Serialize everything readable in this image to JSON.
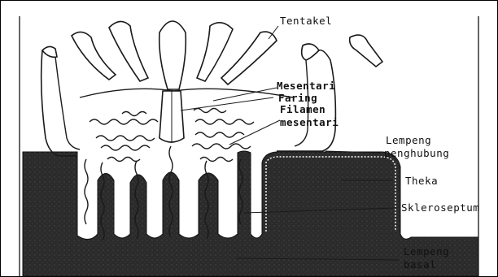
{
  "diagram": {
    "labels": {
      "tentakel": "Tentakel",
      "mesentari": "Mesentari",
      "faring": "Faring",
      "filamen": "Filamen",
      "filamen_line2": "mesentari",
      "lempeng_penghubung": "Lempeng",
      "lempeng_penghubung_line2": "penghubung",
      "theka": "Theka",
      "skleroseptum": "Skleroseptum",
      "lempeng_basal": "Lempeng",
      "lempeng_basal_line2": "basal"
    },
    "colors": {
      "ink": "#1a1a1a",
      "skeleton": "#2b2b2b",
      "paper": "#ffffff"
    }
  }
}
